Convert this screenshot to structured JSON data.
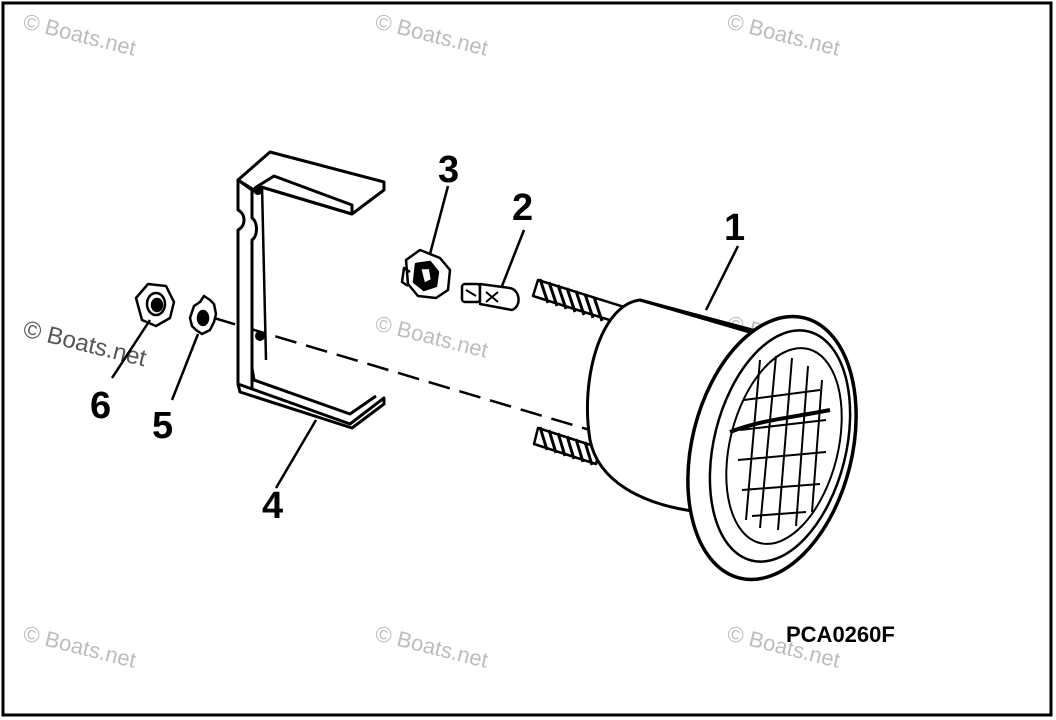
{
  "diagram": {
    "callouts": {
      "gauge": "1",
      "bulb": "2",
      "socket": "3",
      "bracket": "4",
      "lock_washer": "5",
      "nut": "6"
    },
    "drawing_code": "PCA0260F",
    "watermark": "© Boats.net",
    "colors": {
      "line": "#000000",
      "background": "#ffffff",
      "watermark": "#bdbdbd"
    }
  }
}
